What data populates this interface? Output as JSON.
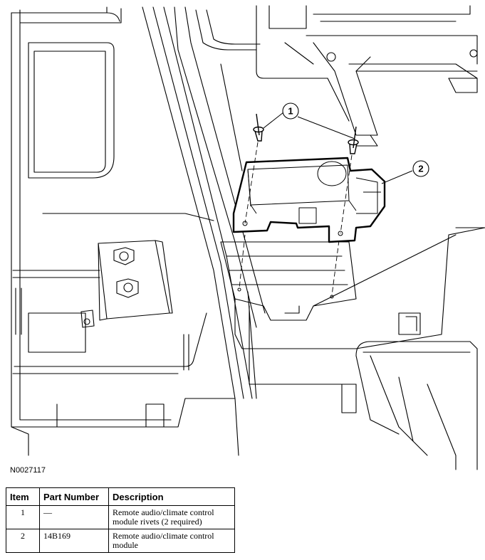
{
  "figure_code": "N0027117",
  "callouts": [
    "1",
    "2"
  ],
  "table": {
    "headers": [
      "Item",
      "Part Number",
      "Description"
    ],
    "rows": [
      {
        "item": "1",
        "part": "—",
        "desc": "Remote audio/climate control module rivets (2 required)"
      },
      {
        "item": "2",
        "part": "14B169",
        "desc": "Remote audio/climate control module"
      }
    ]
  }
}
